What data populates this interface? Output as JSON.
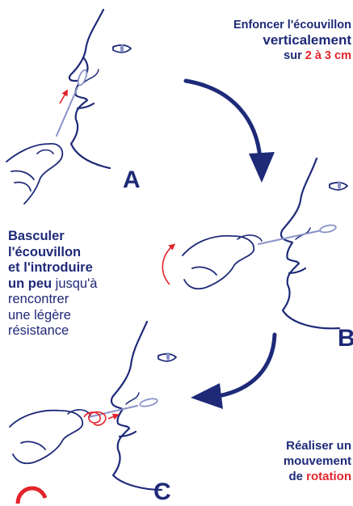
{
  "colors": {
    "navy": "#1e2a78",
    "red": "#e3232b",
    "swab": "#8a93c8"
  },
  "step_a": {
    "line1": "Enfoncer l'écouvillon",
    "line2": "verticalement",
    "line3_prefix": "sur ",
    "line3_highlight": "2 à 3 cm"
  },
  "step_b": {
    "bold1": "Basculer",
    "bold2": "l'écouvillon",
    "bold3": "et l'introduire",
    "bold4": "un peu",
    "rest4": " jusqu'à",
    "line5": "rencontrer",
    "line6": "une légère",
    "line7": "résistance"
  },
  "step_c": {
    "line1": "Réaliser un",
    "line2": "mouvement",
    "line3_prefix": "de ",
    "line3_highlight": "rotation"
  },
  "labels": {
    "a": "A",
    "b": "B",
    "c": "C"
  }
}
